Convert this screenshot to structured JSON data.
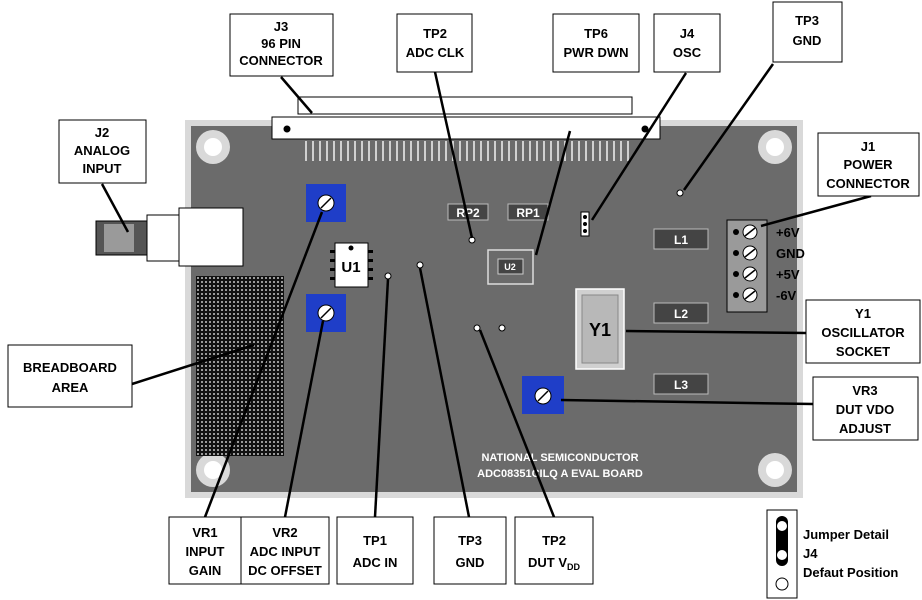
{
  "callouts": {
    "j3": [
      "J3",
      "96 PIN",
      "CONNECTOR"
    ],
    "tp2_clk": [
      "TP2",
      "ADC CLK"
    ],
    "tp6": [
      "TP6",
      "PWR DWN"
    ],
    "j4": [
      "J4",
      "OSC"
    ],
    "tp3_top": [
      "TP3",
      "GND"
    ],
    "j2": [
      "J2",
      "ANALOG",
      "INPUT"
    ],
    "j1": [
      "J1",
      "POWER",
      "CONNECTOR"
    ],
    "breadboard": [
      "BREADBOARD",
      "AREA"
    ],
    "y1": [
      "Y1",
      "OSCILLATOR",
      "SOCKET"
    ],
    "vr3": [
      "VR3",
      "DUT VDO",
      "ADJUST"
    ],
    "vr1": [
      "VR1",
      "INPUT",
      "GAIN"
    ],
    "vr2": [
      "VR2",
      "ADC INPUT",
      "DC OFFSET"
    ],
    "tp1": [
      "TP1",
      "ADC IN"
    ],
    "tp3_bottom": [
      "TP3",
      "GND"
    ],
    "tp2_dut": {
      "line1": "TP2",
      "main": "DUT V",
      "sub": "DD"
    }
  },
  "board_labels": {
    "u1": "U1",
    "u2": "U2",
    "rp1": "RP1",
    "rp2": "RP2",
    "l1": "L1",
    "l2": "L2",
    "l3": "L3",
    "y1": "Y1",
    "maker": "NATIONAL SEMICONDUCTOR",
    "board_name": "ADC08351CILQ A EVAL BOARD"
  },
  "power_pins": [
    "+6V",
    "GND",
    "+5V",
    "-6V"
  ],
  "jumper_detail": [
    "Jumper Detail",
    "J4",
    "Defaut Position"
  ],
  "colors": {
    "board": "#6b6b6b",
    "board_border": "#d9d9d9",
    "potentiometer": "#1f3ec8",
    "label_box": "#ffffff",
    "leader_line": "#000000"
  }
}
